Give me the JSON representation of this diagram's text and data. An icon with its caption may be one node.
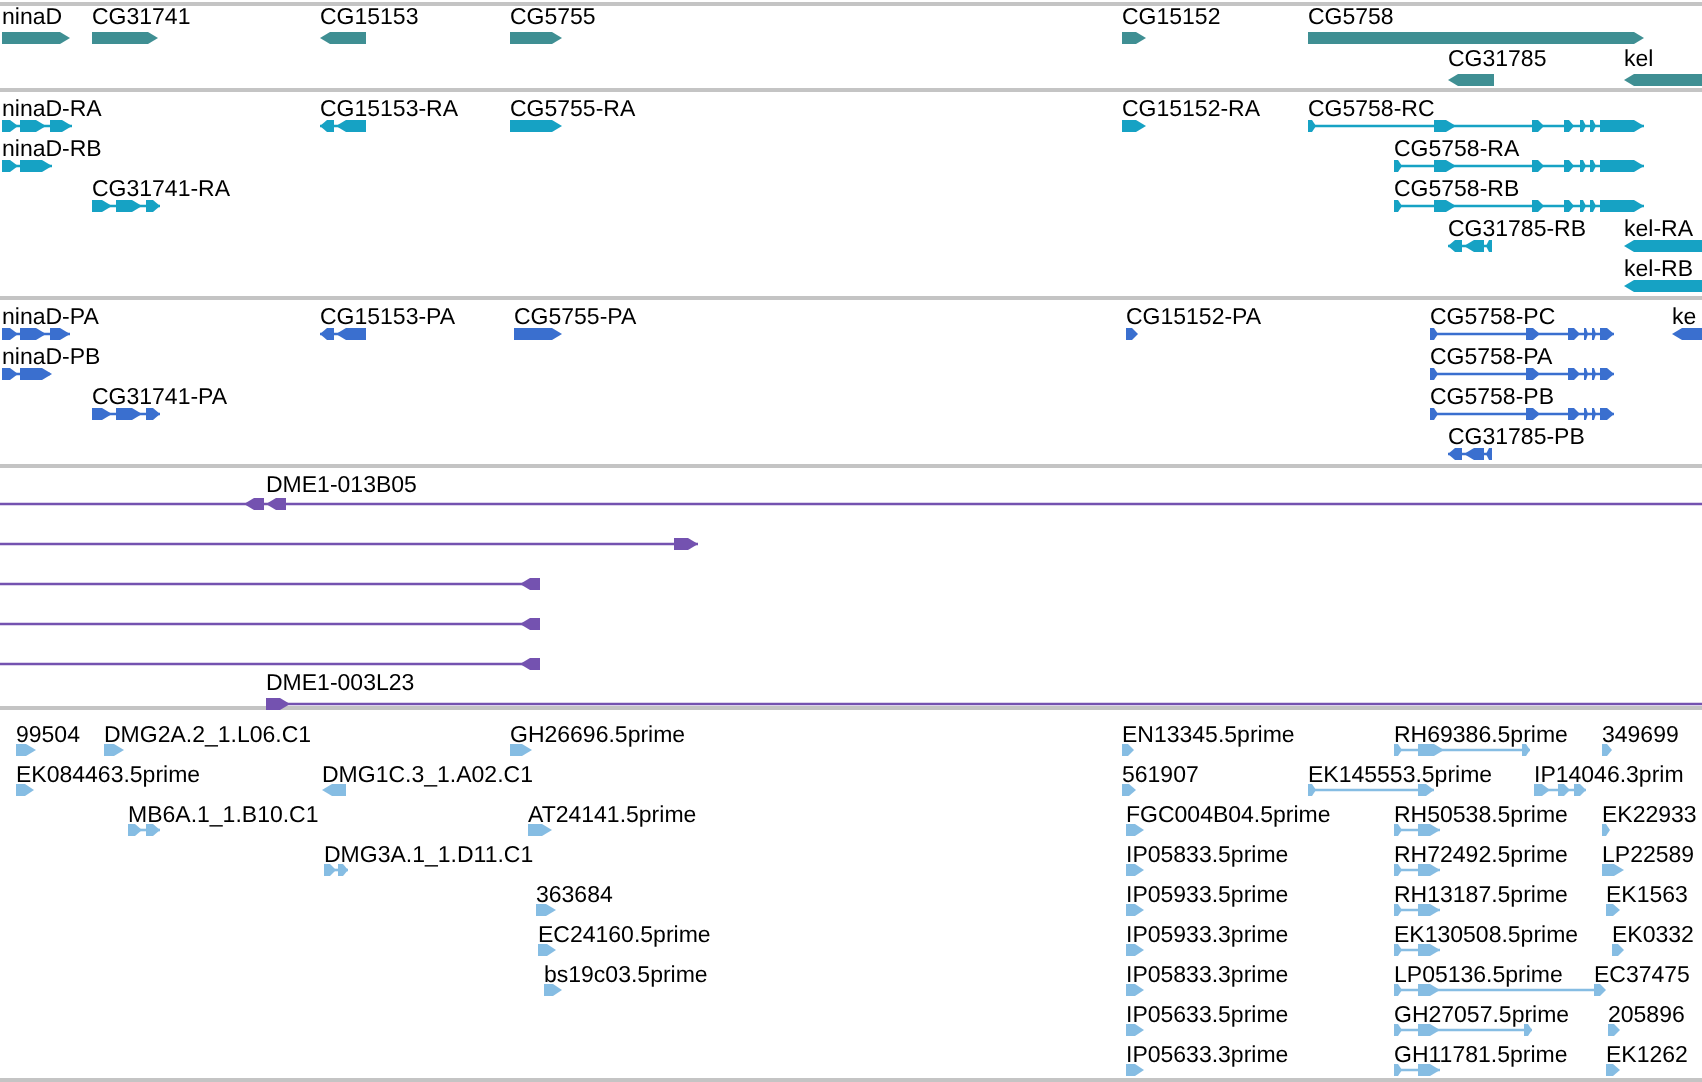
{
  "diagram": {
    "nodes": [
      {
        "text": [
          "ninaD"
        ]
      },
      {
        "text": [
          "CG31741"
        ]
      },
      {
        "text": [
          "CG15153"
        ]
      },
      {
        "text": [
          "CG5755"
        ]
      },
      {
        "text": [
          "CG15152"
        ]
      },
      {
        "text": [
          "CG5758"
        ]
      },
      {
        "text": [
          "CG31785"
        ]
      },
      {
        "text": [
          "kel"
        ]
      },
      {
        "text": [
          "ninaD-RA"
        ]
      },
      {
        "text": [
          "ninaD-RB"
        ]
      },
      {
        "text": [
          "CG31741-RA"
        ]
      },
      {
        "text": [
          "CG15153-RA"
        ]
      },
      {
        "text": [
          "CG5755-RA"
        ]
      },
      {
        "text": [
          "CG15152-RA"
        ]
      },
      {
        "text": [
          "CG5758-RC"
        ]
      },
      {
        "text": [
          "CG5758-RA"
        ]
      },
      {
        "text": [
          "CG5758-RB"
        ]
      },
      {
        "text": [
          "CG31785-RB"
        ]
      },
      {
        "text": [
          "kel-RA"
        ]
      },
      {
        "text": [
          "kel-RB"
        ]
      },
      {
        "text": [
          "ninaD-PA"
        ]
      },
      {
        "text": [
          "ninaD-PB"
        ]
      },
      {
        "text": [
          "CG31741-PA"
        ]
      },
      {
        "text": [
          "CG15153-PA"
        ]
      },
      {
        "text": [
          "CG5755-PA"
        ]
      },
      {
        "text": [
          "CG15152-PA"
        ]
      },
      {
        "text": [
          "CG5758-PC"
        ]
      },
      {
        "text": [
          "CG5758-PA"
        ]
      },
      {
        "text": [
          "CG5758-PB"
        ]
      },
      {
        "text": [
          "CG31785-PB"
        ]
      },
      {
        "text": [
          "ke"
        ]
      },
      {
        "text": [
          "DME1-013B05"
        ]
      },
      {
        "text": [],
        "shape": "bar"
      },
      {
        "text": [],
        "shape": "bar"
      },
      {
        "text": [],
        "shape": "bar"
      },
      {
        "text": [],
        "shape": "bar"
      },
      {
        "text": [
          "DME1-003L23"
        ]
      },
      {
        "text": [
          "99504"
        ]
      },
      {
        "text": [
          "DMG2A.2_1.L06.C1"
        ]
      },
      {
        "text": [
          "GH26696.5prime"
        ]
      },
      {
        "text": [
          "EN13345.5prime"
        ]
      },
      {
        "text": [
          "RH69386.5prime"
        ]
      },
      {
        "text": [
          "349699"
        ]
      },
      {
        "text": [
          "EK084463.5prime"
        ]
      },
      {
        "text": [
          "DMG1C.3_1.A02.C1"
        ]
      },
      {
        "text": [
          "561907"
        ]
      },
      {
        "text": [
          "EK145553.5prime"
        ]
      },
      {
        "text": [
          "IP14046.3prim"
        ]
      },
      {
        "text": [
          "MB6A.1_1.B10.C1"
        ]
      },
      {
        "text": [
          "AT24141.5prime"
        ]
      },
      {
        "text": [
          "FGC004B04.5prime"
        ]
      },
      {
        "text": [
          "RH50538.5prime"
        ]
      },
      {
        "text": [
          "EK22933"
        ]
      },
      {
        "text": [
          "DMG3A.1_1.D11.C1"
        ]
      },
      {
        "text": [
          "IP05833.5prime"
        ]
      },
      {
        "text": [
          "RH72492.5prime"
        ]
      },
      {
        "text": [
          "LP22589"
        ]
      },
      {
        "text": [
          "363684"
        ]
      },
      {
        "text": [
          "IP05933.5prime"
        ]
      },
      {
        "text": [
          "RH13187.5prime"
        ]
      },
      {
        "text": [
          "EK1563"
        ]
      },
      {
        "text": [
          "EC24160.5prime"
        ]
      },
      {
        "text": [
          "IP05933.3prime"
        ]
      },
      {
        "text": [
          "EK130508.5prime"
        ]
      },
      {
        "text": [
          "EK0332"
        ]
      },
      {
        "text": [
          "bs19c03.5prime"
        ]
      },
      {
        "text": [
          "IP05833.3prime"
        ]
      },
      {
        "text": [
          "LP05136.5prime"
        ]
      },
      {
        "text": [
          "EC37475"
        ]
      },
      {
        "text": [
          "IP05633.5prime"
        ]
      },
      {
        "text": [
          "GH27057.5prime"
        ]
      },
      {
        "text": [
          "205896"
        ]
      },
      {
        "text": [
          "IP05633.3prime"
        ]
      },
      {
        "text": [
          "GH11781.5prime"
        ]
      },
      {
        "text": [
          "EK1262"
        ]
      }
    ]
  }
}
